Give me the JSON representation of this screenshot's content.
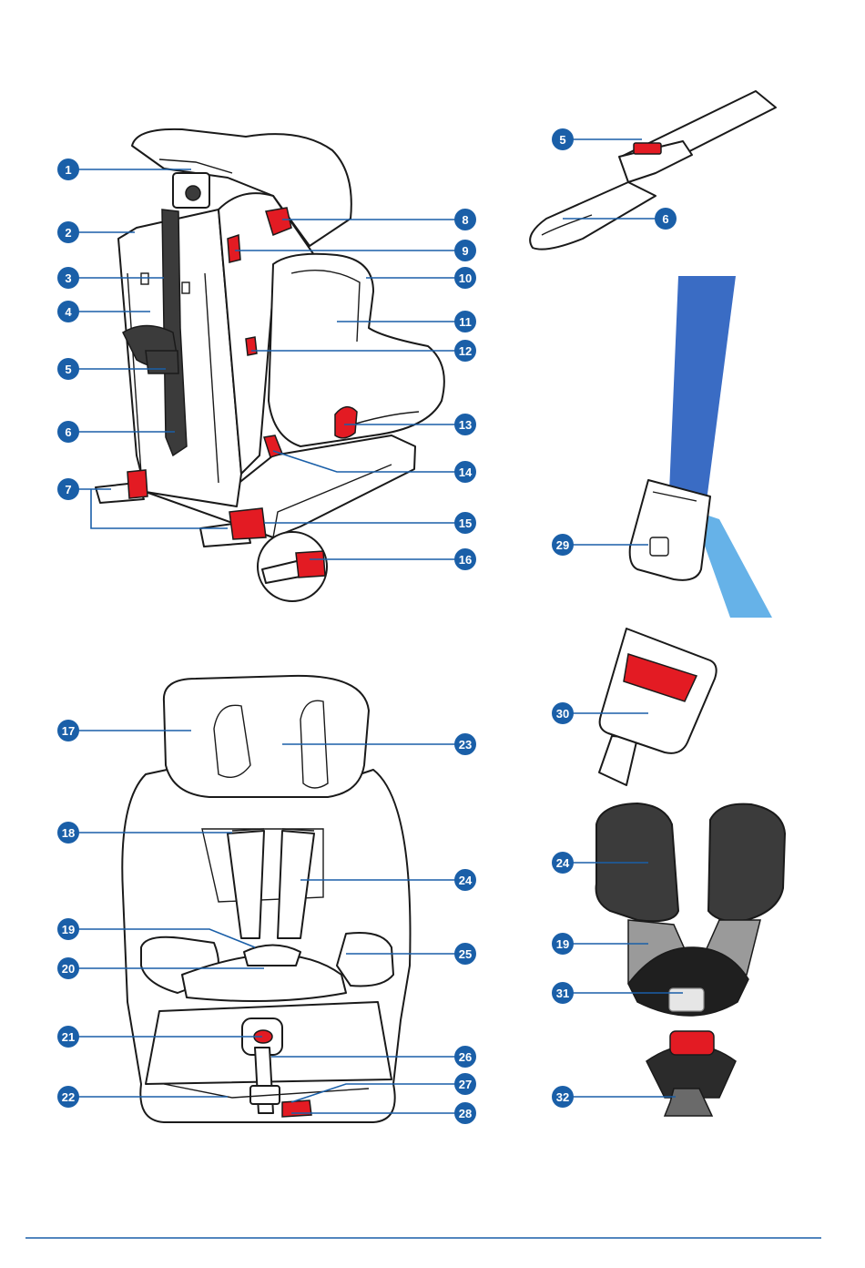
{
  "colors": {
    "callout_blue": "#1a5fa8",
    "accent_red": "#e31b23",
    "belt_blue": "#3a6cc4",
    "belt_light_blue": "#66b2e8",
    "harness_dark": "#3b3b3b",
    "strap_grey": "#9a9a9a",
    "rule_blue": "#1a5fa8"
  },
  "callouts": [
    {
      "id": "c1",
      "label": "1"
    },
    {
      "id": "c2",
      "label": "2"
    },
    {
      "id": "c3",
      "label": "3"
    },
    {
      "id": "c4",
      "label": "4"
    },
    {
      "id": "c5",
      "label": "5"
    },
    {
      "id": "c6",
      "label": "6"
    },
    {
      "id": "c7",
      "label": "7"
    },
    {
      "id": "c8",
      "label": "8"
    },
    {
      "id": "c9",
      "label": "9"
    },
    {
      "id": "c10",
      "label": "10"
    },
    {
      "id": "c11",
      "label": "11"
    },
    {
      "id": "c12",
      "label": "12"
    },
    {
      "id": "c13",
      "label": "13"
    },
    {
      "id": "c14",
      "label": "14"
    },
    {
      "id": "c15",
      "label": "15"
    },
    {
      "id": "c16",
      "label": "16"
    },
    {
      "id": "c17",
      "label": "17"
    },
    {
      "id": "c18",
      "label": "18"
    },
    {
      "id": "c19",
      "label": "19"
    },
    {
      "id": "c20",
      "label": "20"
    },
    {
      "id": "c21",
      "label": "21"
    },
    {
      "id": "c22",
      "label": "22"
    },
    {
      "id": "c23",
      "label": "23"
    },
    {
      "id": "c24",
      "label": "24"
    },
    {
      "id": "c25",
      "label": "25"
    },
    {
      "id": "c26",
      "label": "26"
    },
    {
      "id": "c27",
      "label": "27"
    },
    {
      "id": "c28",
      "label": "28"
    },
    {
      "id": "c5b",
      "label": "5"
    },
    {
      "id": "c6b",
      "label": "6"
    },
    {
      "id": "c29",
      "label": "29"
    },
    {
      "id": "c30",
      "label": "30"
    },
    {
      "id": "c24b",
      "label": "24"
    },
    {
      "id": "c19b",
      "label": "19"
    },
    {
      "id": "c31",
      "label": "31"
    },
    {
      "id": "c32",
      "label": "32"
    }
  ]
}
